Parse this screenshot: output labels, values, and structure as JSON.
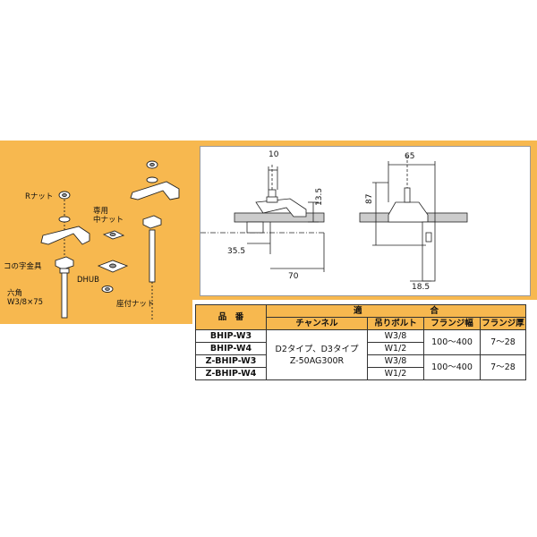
{
  "exploded_labels": {
    "r_nut": "Rナット",
    "dedicated_mid_nut": "専用\n中ナット",
    "c_bracket": "コの字金具",
    "dhub": "DHUB",
    "hex_bolt": "六角\nW3/8×75",
    "seat_nut": "座付ナット"
  },
  "dimensions": {
    "d10": "10",
    "d13_5": "13.5",
    "d35_5": "35.5",
    "d70": "70",
    "d65": "65",
    "d87": "87",
    "d18_5": "18.5"
  },
  "table": {
    "headers": {
      "product": "品　番",
      "fit": "適　　　　　　　　合",
      "channel": "チャンネル",
      "bolt": "吊りボルト",
      "flange_width": "フランジ幅",
      "flange_thickness": "フランジ厚"
    },
    "rows": [
      {
        "product": "BHIP-W3",
        "bolt": "W3/8"
      },
      {
        "product": "BHIP-W4",
        "bolt": "W1/2"
      },
      {
        "product": "Z-BHIP-W3",
        "bolt": "W3/8"
      },
      {
        "product": "Z-BHIP-W4",
        "bolt": "W1/2"
      }
    ],
    "channel_value_1": "D2タイプ、D3タイプ",
    "channel_value_2": "Z-50AG300R",
    "group1": {
      "flange_width": "100～400",
      "flange_thickness": "7～28"
    },
    "group2": {
      "flange_width": "100～400",
      "flange_thickness": "7～28"
    }
  }
}
